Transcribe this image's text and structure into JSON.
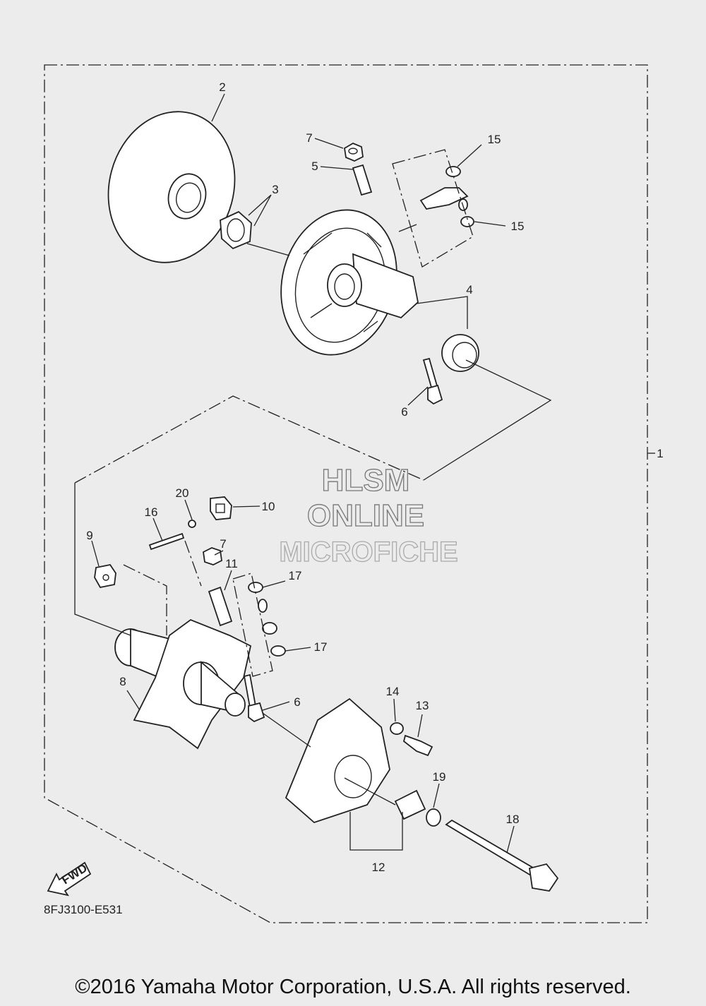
{
  "watermark": {
    "line1": "HLSM",
    "line2": "ONLINE",
    "line3": "MICROFICHE"
  },
  "drawing_code": "8FJ3100-E531",
  "fwd_label": "FWD",
  "copyright": "©2016 Yamaha Motor Corporation, U.S.A. All rights reserved.",
  "callouts": {
    "c1": "1",
    "c2": "2",
    "c3": "3",
    "c4": "4",
    "c5": "5",
    "c6a": "6",
    "c6b": "6",
    "c7a": "7",
    "c7b": "7",
    "c8": "8",
    "c9": "9",
    "c10": "10",
    "c11": "11",
    "c12": "12",
    "c13": "13",
    "c14": "14",
    "c15a": "15",
    "c15b": "15",
    "c16": "16",
    "c17a": "17",
    "c17b": "17",
    "c18": "18",
    "c19": "19",
    "c20": "20"
  }
}
